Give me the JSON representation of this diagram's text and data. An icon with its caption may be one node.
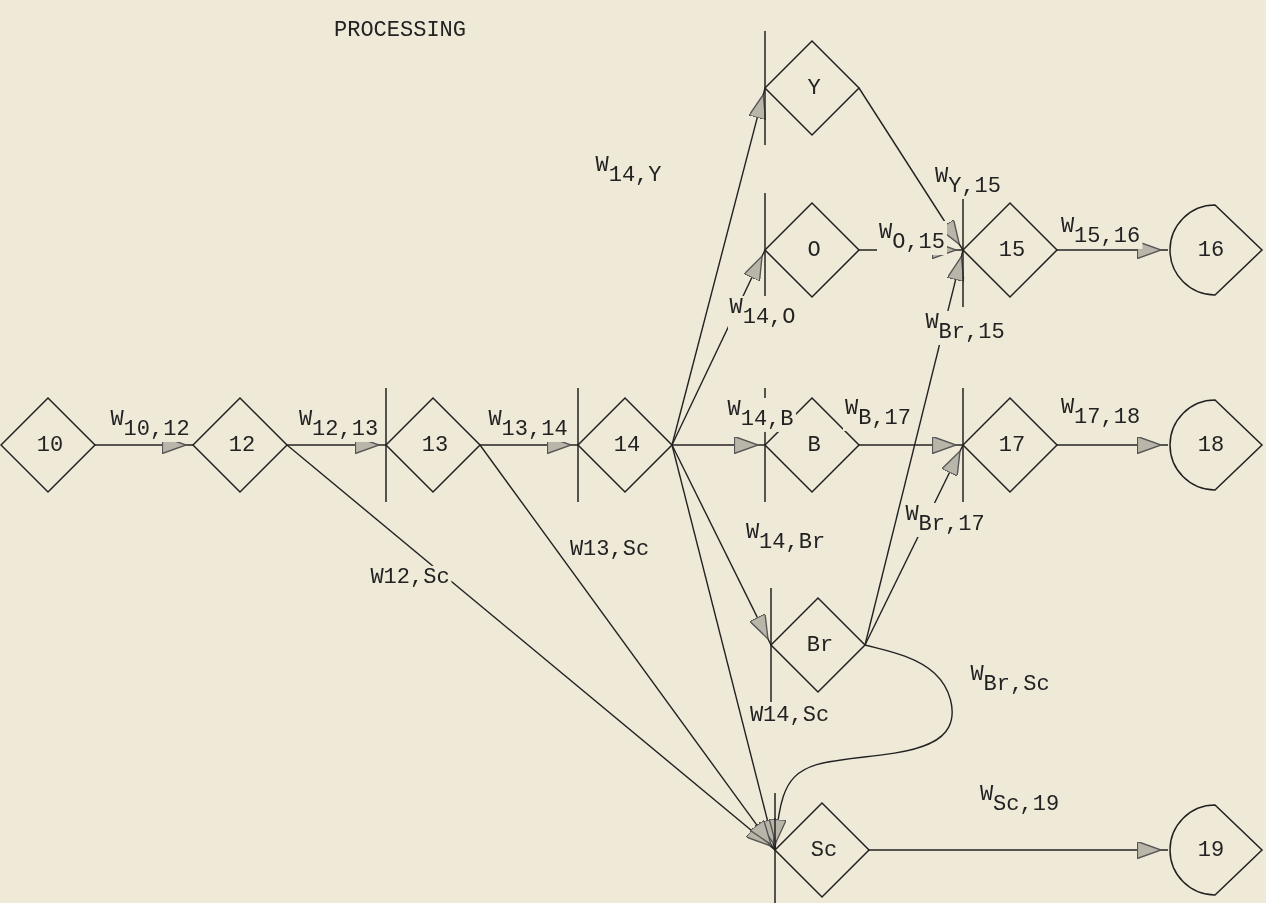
{
  "diagram": {
    "title": "PROCESSING",
    "nodes": [
      {
        "text": [
          "10"
        ]
      },
      {
        "text": [
          "12"
        ]
      },
      {
        "text": [
          "13"
        ]
      },
      {
        "text": [
          "14"
        ]
      },
      {
        "text": [
          "Y"
        ]
      },
      {
        "text": [
          "O"
        ]
      },
      {
        "text": [
          "B"
        ]
      },
      {
        "text": [
          "Br"
        ]
      },
      {
        "text": [
          "Sc"
        ]
      },
      {
        "text": [
          "15"
        ]
      },
      {
        "text": [
          "17"
        ]
      },
      {
        "text": [
          "16"
        ]
      },
      {
        "text": [
          "18"
        ]
      },
      {
        "text": [
          "19"
        ]
      }
    ],
    "edges": [
      {
        "from": 0,
        "to": 1,
        "arrow": "to",
        "label": "W$_{10,12}$"
      },
      {
        "from": 1,
        "to": 2,
        "arrow": "to",
        "label": "W$_{12,13}$"
      },
      {
        "from": 2,
        "to": 3,
        "arrow": "to",
        "label": "W$_{13,14}$"
      },
      {
        "from": 3,
        "to": 4,
        "arrow": "to",
        "label": "W$_{14,Y}$"
      },
      {
        "from": 3,
        "to": 5,
        "arrow": "to",
        "label": "W$_{14,O}$"
      },
      {
        "from": 3,
        "to": 6,
        "arrow": "to",
        "label": "W$_{14,B}$"
      },
      {
        "from": 3,
        "to": 7,
        "arrow": "to",
        "label": "W$_{14,Br}$"
      },
      {
        "from": 3,
        "to": 8,
        "arrow": "to",
        "label": "W14,Sc"
      },
      {
        "from": 1,
        "to": 8,
        "arrow": "to",
        "label": "W12,Sc"
      },
      {
        "from": 2,
        "to": 8,
        "arrow": "to",
        "label": "W13,Sc"
      },
      {
        "from": 4,
        "to": 9,
        "arrow": "to",
        "label": "W$_{Y,15}$"
      },
      {
        "from": 5,
        "to": 9,
        "arrow": "to",
        "label": "W$_{O,15}$"
      },
      {
        "from": 7,
        "to": 9,
        "arrow": "to",
        "label": "W$_{Br,15}$"
      },
      {
        "from": 6,
        "to": 10,
        "arrow": "to",
        "label": "W$_{B,17}$"
      },
      {
        "from": 7,
        "to": 10,
        "arrow": "to",
        "label": "W$_{Br,17}$"
      },
      {
        "from": 7,
        "to": 8,
        "arrow": "to",
        "label": "W$_{Br,Sc}$"
      },
      {
        "from": 9,
        "to": 11,
        "arrow": "to",
        "label": "W$_{15,16}$"
      },
      {
        "from": 10,
        "to": 12,
        "arrow": "to",
        "label": "W$_{17,18}$"
      },
      {
        "from": 8,
        "to": 13,
        "arrow": "to",
        "label": "W$_{Sc,19}$"
      }
    ]
  }
}
